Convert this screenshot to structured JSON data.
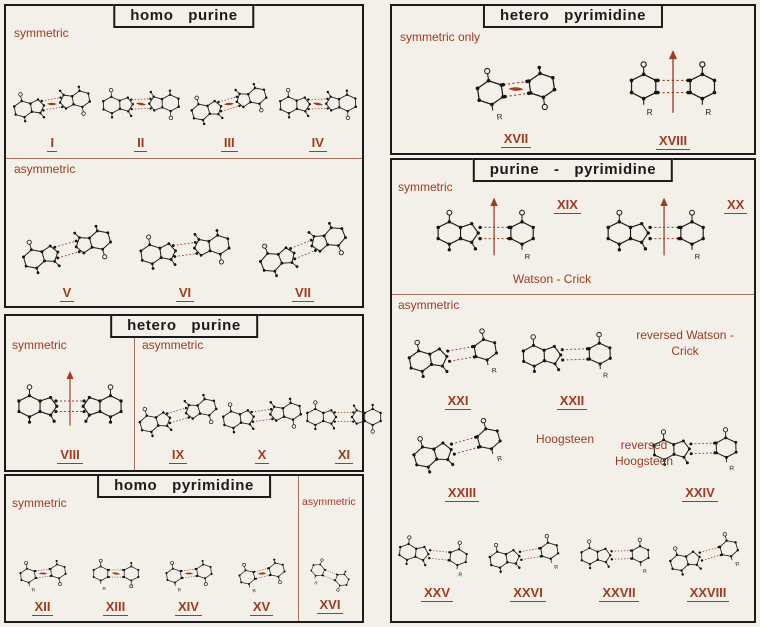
{
  "colors": {
    "accent": "#9e3b20",
    "ink": "#1b1b1b",
    "paper": "#f3efe9"
  },
  "labels": {
    "r_substituent": "R"
  },
  "panels": {
    "homo_purine": {
      "title": "homo purine",
      "symmetric_label": "symmetric",
      "asymmetric_label": "asymmetric",
      "symmetric": [
        {
          "numeral": "I",
          "glyph": "#g-pp-lens"
        },
        {
          "numeral": "II",
          "glyph": "#g-pp-lens"
        },
        {
          "numeral": "III",
          "glyph": "#g-pp-lens"
        },
        {
          "numeral": "IV",
          "glyph": "#g-pp-lens"
        }
      ],
      "asymmetric": [
        {
          "numeral": "V",
          "glyph": "#g-pp"
        },
        {
          "numeral": "VI",
          "glyph": "#g-pp"
        },
        {
          "numeral": "VII",
          "glyph": "#g-pp"
        }
      ]
    },
    "hetero_purine": {
      "title": "hetero purine",
      "symmetric_label": "symmetric",
      "asymmetric_label": "asymmetric",
      "symmetric": [
        {
          "numeral": "VIII",
          "glyph": "#g-pp-arrow"
        }
      ],
      "asymmetric": [
        {
          "numeral": "IX",
          "glyph": "#g-pp"
        },
        {
          "numeral": "X",
          "glyph": "#g-pp"
        },
        {
          "numeral": "XI",
          "glyph": "#g-pp"
        }
      ]
    },
    "homo_pyrimidine": {
      "title": "homo pyrimidine",
      "symmetric_label": "symmetric",
      "asymmetric_label": "asymmetric",
      "symmetric": [
        {
          "numeral": "XII",
          "glyph": "#g-yy-lens"
        },
        {
          "numeral": "XIII",
          "glyph": "#g-yy-lens"
        },
        {
          "numeral": "XIV",
          "glyph": "#g-yy-lens"
        },
        {
          "numeral": "XV",
          "glyph": "#g-yy-lens"
        }
      ],
      "asymmetric": [
        {
          "numeral": "XVI",
          "glyph": "#g-yy"
        }
      ]
    },
    "hetero_pyrimidine": {
      "title": "hetero pyrimidine",
      "symmetric_only_label": "symmetric only",
      "structures": [
        {
          "numeral": "XVII",
          "glyph": "#g-yy-lens"
        },
        {
          "numeral": "XVIII",
          "glyph": "#g-yy-arrow"
        }
      ]
    },
    "purine_pyrimidine": {
      "title": "purine - pyrimidine",
      "symmetric_label": "symmetric",
      "asymmetric_label": "asymmetric",
      "watson_crick_label": "Watson - Crick",
      "reversed_watson_crick_label": "reversed Watson - Crick",
      "hoogsteen_label": "Hoogsteen",
      "reversed_hoogsteen_label": "reversed Hoogsteen",
      "symmetric": [
        {
          "numeral": "XIX",
          "glyph": "#g-py-arrow"
        },
        {
          "numeral": "XX",
          "glyph": "#g-py-arrow"
        }
      ],
      "asymmetric": [
        {
          "numeral": "XXI",
          "glyph": "#g-py"
        },
        {
          "numeral": "XXII",
          "glyph": "#g-py"
        },
        {
          "numeral": "XXIII",
          "glyph": "#g-py"
        },
        {
          "numeral": "XXIV",
          "glyph": "#g-py"
        },
        {
          "numeral": "XXV",
          "glyph": "#g-py"
        },
        {
          "numeral": "XXVI",
          "glyph": "#g-py"
        },
        {
          "numeral": "XXVII",
          "glyph": "#g-py"
        },
        {
          "numeral": "XXVIII",
          "glyph": "#g-py"
        }
      ]
    }
  }
}
